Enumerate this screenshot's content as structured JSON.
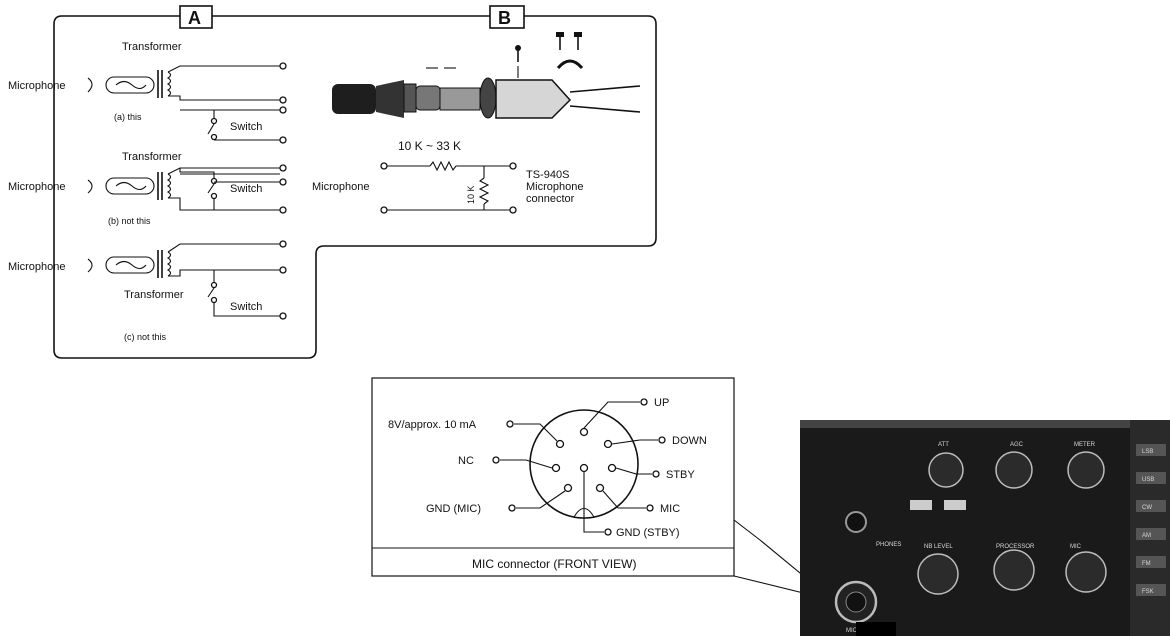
{
  "section_a": {
    "tag": "A",
    "circuit_a": {
      "mic": "Microphone",
      "transformer": "Transformer",
      "switch": "Switch",
      "caption": "(a) this"
    },
    "circuit_b": {
      "mic": "Microphone",
      "transformer": "Transformer",
      "switch": "Switch",
      "caption": "(b) not this"
    },
    "circuit_c": {
      "mic": "Microphone",
      "transformer": "Transformer",
      "switch": "Switch",
      "caption": "(c) not this"
    }
  },
  "section_b": {
    "tag": "B",
    "resistor_range": "10 K ~ 33 K",
    "resistor_value": "10 K",
    "mic_label": "Microphone",
    "connector_label_1": "TS-940S",
    "connector_label_2": "Microphone",
    "connector_label_3": "connector"
  },
  "mic_connector": {
    "caption": "MIC connector (FRONT VIEW)",
    "pins": {
      "p1": "8V/approx. 10 mA",
      "p2": "UP",
      "p3": "DOWN",
      "p4": "NC",
      "p5": "STBY",
      "p6": "GND (MIC)",
      "p7": "MIC",
      "p8": "GND (STBY)"
    }
  },
  "front_panel": {
    "att": "ATT",
    "agc": "AGC",
    "meter": "METER",
    "mic": "MIC",
    "phones": "PHONES",
    "rf_gain": "NB LEVEL",
    "proc": "PROCESSOR",
    "mic_pwr": "MIC",
    "buttons": [
      "LSB",
      "USB",
      "CW",
      "AM",
      "FM",
      "FSK"
    ]
  }
}
